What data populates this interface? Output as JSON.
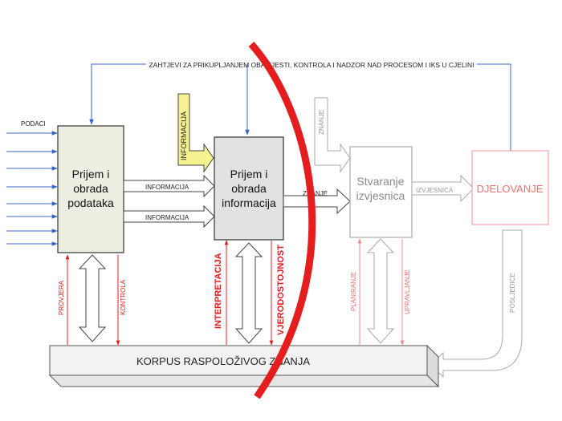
{
  "top_label": "ZAHTJEVI ZA PRIKUPLJANJEM OBAVIJESTI, KONTROLA I NADZOR NAD PROCESOM I IKS U CJELINI",
  "podaci_label": "PODACI",
  "box1": {
    "line1": "Prijem i",
    "line2": "obrada",
    "line3": "podataka"
  },
  "arrow_informacija_1": "INFORMACIJA",
  "arrow_informacija_2": "INFORMACIJA",
  "informacija_vertical": "INFORMACIJA",
  "box2": {
    "line1": "Prijem i",
    "line2": "obrada",
    "line3": "informacija"
  },
  "znanje_top": "ZNANJE",
  "znanje_arrow": "ZNANJE",
  "box3": {
    "line1": "Stvaranje",
    "line2": "izvjesnica"
  },
  "izvjesnica_arrow": "IZVJESNICA",
  "box4": "DJELOVANJE",
  "posljedice": "POSLJEDICE",
  "provjera": "PROVJERA",
  "kontrola": "KONTROLA",
  "interpretacija": "INTERPRETACIJA",
  "vjerodostojnost": "VJERODOSTOJNOST",
  "planiranje": "PLANIRANJE",
  "upravljanje": "UPRAVLJANJE",
  "korpus": "KORPUS RASPOLOŽIVOG ZNANJA",
  "colors": {
    "red": "#e41e1e",
    "blue": "#3a64c8",
    "yellow": "#f6f290",
    "box_fill": "#eceee2",
    "pink": "#f08a8a"
  }
}
